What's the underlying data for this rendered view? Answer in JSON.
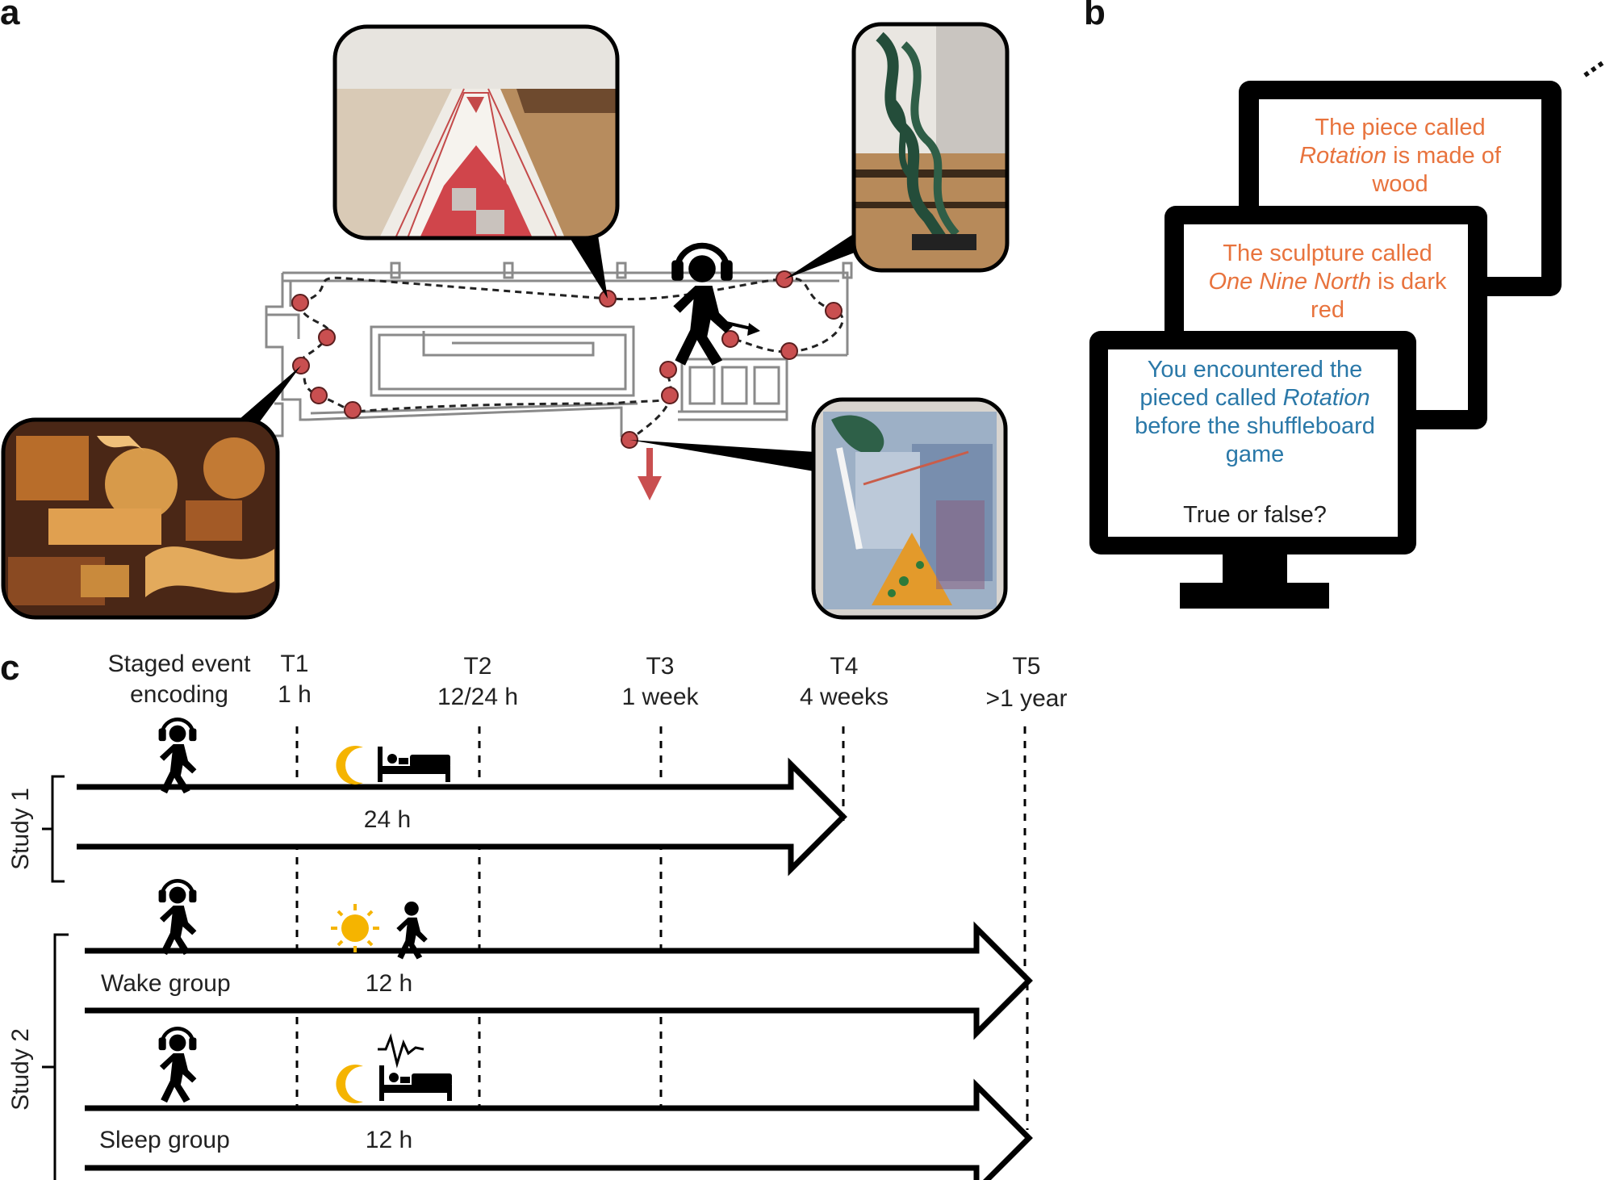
{
  "panels": {
    "a": "a",
    "b": "b",
    "c": "c"
  },
  "screens": {
    "back": {
      "line1": "The piece called",
      "line2_italic": "Rotation",
      "line2_rest": " is made of",
      "line3": "wood"
    },
    "middle": {
      "line1": "The sculpture called",
      "line2_italic": "One Nine North",
      "line2_rest": " is dark",
      "line3": "red"
    },
    "front": {
      "line1": "You encountered the",
      "line2_pre": "pieced called ",
      "line2_italic": "Rotation",
      "line3": "before the shuffleboard",
      "line4": "game",
      "question": "True or false?"
    },
    "ellipsis": "..."
  },
  "timeline": {
    "encoding_line1": "Staged event",
    "encoding_line2": "encoding",
    "timepoints": [
      {
        "name": "T1",
        "delay": "1 h"
      },
      {
        "name": "T2",
        "delay": "12/24 h"
      },
      {
        "name": "T3",
        "delay": "1 week"
      },
      {
        "name": "T4",
        "delay": "4 weeks"
      },
      {
        "name": "T5",
        "delay": ">1 year"
      }
    ],
    "study1_label": "Study 1",
    "study1_delay": "24 h",
    "study2_label": "Study 2",
    "wake_group": "Wake group",
    "wake_delay": "12 h",
    "sleep_group": "Sleep group",
    "sleep_delay": "12 h"
  },
  "colors": {
    "orange_text": "#e8733d",
    "blue_text": "#2a78a8",
    "marker_red": "#c94f50",
    "sun_yellow": "#f5b400"
  },
  "icons": [
    "headphones-walker-icon",
    "moon-icon",
    "bed-icon",
    "sun-icon",
    "walker-icon",
    "sleep-wave-icon",
    "down-arrow-icon"
  ]
}
